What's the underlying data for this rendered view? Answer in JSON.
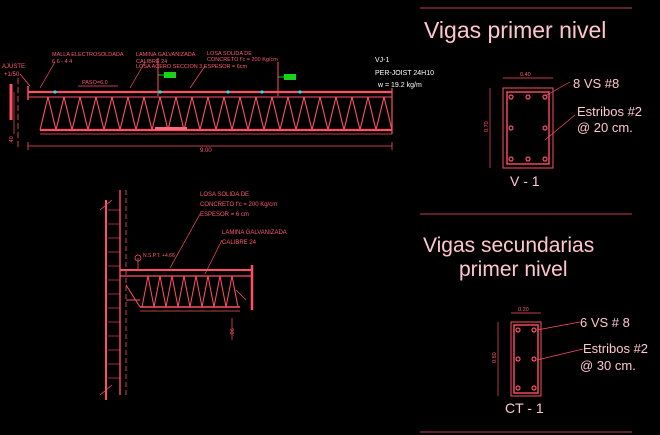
{
  "colors": {
    "background": "#000000",
    "line": "#ff4f64",
    "text": "#ff5a6e",
    "title": "#ffc6cf",
    "marker": "#17e6e6",
    "green": "#19d219"
  },
  "top_truss": {
    "notes": {
      "ajuste": "AJUSTE",
      "ajuste_dim": "+1/50",
      "malla": "MALLA ELECTROSOLDADA",
      "malla_spec": "6 6 - 4 4",
      "lamina_line1": "LAMINA GALVANIZADA",
      "lamina_line2": "CALIBRE 24",
      "losa_line1": "LOSA SOLIDA DE",
      "losa_line2": "CONCRETO f'c = 200 Kg/cm",
      "losa_line3": "LOSA ACERO SECCION 3  ESPESOR = 6cm",
      "paso": "PASO=6.0",
      "span_dim": "9.00",
      "height_dim": ".40"
    },
    "joist": {
      "id": "VJ-1",
      "type": "PER-JOIST 24H10",
      "weight": "w = 19.2 kg/m"
    }
  },
  "detail": {
    "losa_line1": "LOSA SOLIDA DE",
    "losa_line2": "CONCRETO f'c = 200 Kg/cm",
    "losa_line3": "ESPESOR = 6 cm",
    "lamina_line1": "LAMINA GALVANIZADA",
    "lamina_line2": "CALIBRE 24",
    "npt": "N.S.P.T. +4.66",
    "dim_side": ".06"
  },
  "beam_v1": {
    "title": "Vigas primer nivel",
    "width_dim": "0.40",
    "height_dim": "0.70",
    "bars": "8 VS #8",
    "stirrups_line1": "Estribos #2",
    "stirrups_line2": "@ 20 cm.",
    "label": "V - 1"
  },
  "beam_ct1": {
    "title_line1": "Vigas secundarias",
    "title_line2": "primer nivel",
    "width_dim": "0.20",
    "height_dim": "0.60",
    "bars": "6 VS # 8",
    "stirrups_line1": "Estribos #2",
    "stirrups_line2": "@ 30 cm.",
    "label": "CT - 1"
  }
}
